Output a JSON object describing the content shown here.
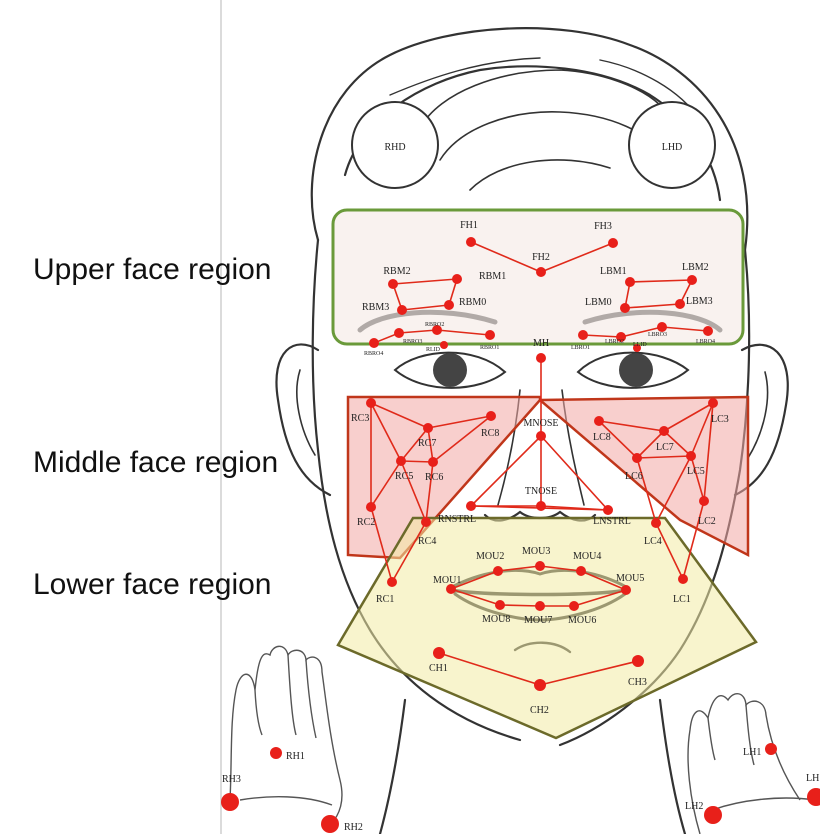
{
  "regions": {
    "upper": {
      "label": "Upper face region",
      "color": "#6a9a3a",
      "fill": "#f6ebe6"
    },
    "middle": {
      "label": "Middle face region",
      "color": "#c0361a",
      "fill": "#f3a8a4"
    },
    "lower": {
      "label": "Lower face region",
      "color": "#6c6a2a",
      "fill": "#f2eba4"
    }
  },
  "landmark_color": "#e8201a",
  "line_color": "#e02a1a",
  "landmarks": {
    "RHD": "RHD",
    "LHD": "LHD",
    "FH1": "FH1",
    "FH2": "FH2",
    "FH3": "FH3",
    "RBM0": "RBM0",
    "RBM1": "RBM1",
    "RBM2": "RBM2",
    "RBM3": "RBM3",
    "LBM0": "LBM0",
    "LBM1": "LBM1",
    "LBM2": "LBM2",
    "LBM3": "LBM3",
    "RBRO1": "RBRO1",
    "RBRO2": "RBRO2",
    "RBRO3": "RBRO3",
    "RBRO4": "RBRO4",
    "LBRO1": "LBRO1",
    "LBRO2": "LBRO2",
    "LBRO3": "LBRO3",
    "LBRO4": "LBRO4",
    "RLID": "RLID",
    "LLID": "LLID",
    "MH": "MH",
    "MNOSE": "MNOSE",
    "TNOSE": "TNOSE",
    "RNSTRL": "RNSTRL",
    "LNSTRL": "LNSTRL",
    "RC1": "RC1",
    "RC2": "RC2",
    "RC3": "RC3",
    "RC4": "RC4",
    "RC5": "RC5",
    "RC6": "RC6",
    "RC7": "RC7",
    "RC8": "RC8",
    "LC1": "LC1",
    "LC2": "LC2",
    "LC3": "LC3",
    "LC4": "LC4",
    "LC5": "LC5",
    "LC6": "LC6",
    "LC7": "LC7",
    "LC8": "LC8",
    "MOU1": "MOU1",
    "MOU2": "MOU2",
    "MOU3": "MOU3",
    "MOU4": "MOU4",
    "MOU5": "MOU5",
    "MOU6": "MOU6",
    "MOU7": "MOU7",
    "MOU8": "MOU8",
    "CH1": "CH1",
    "CH2": "CH2",
    "CH3": "CH3",
    "RH1": "RH1",
    "RH2": "RH2",
    "RH3": "RH3",
    "LH1": "LH1",
    "LH2": "LH2",
    "LH3": "LH"
  }
}
